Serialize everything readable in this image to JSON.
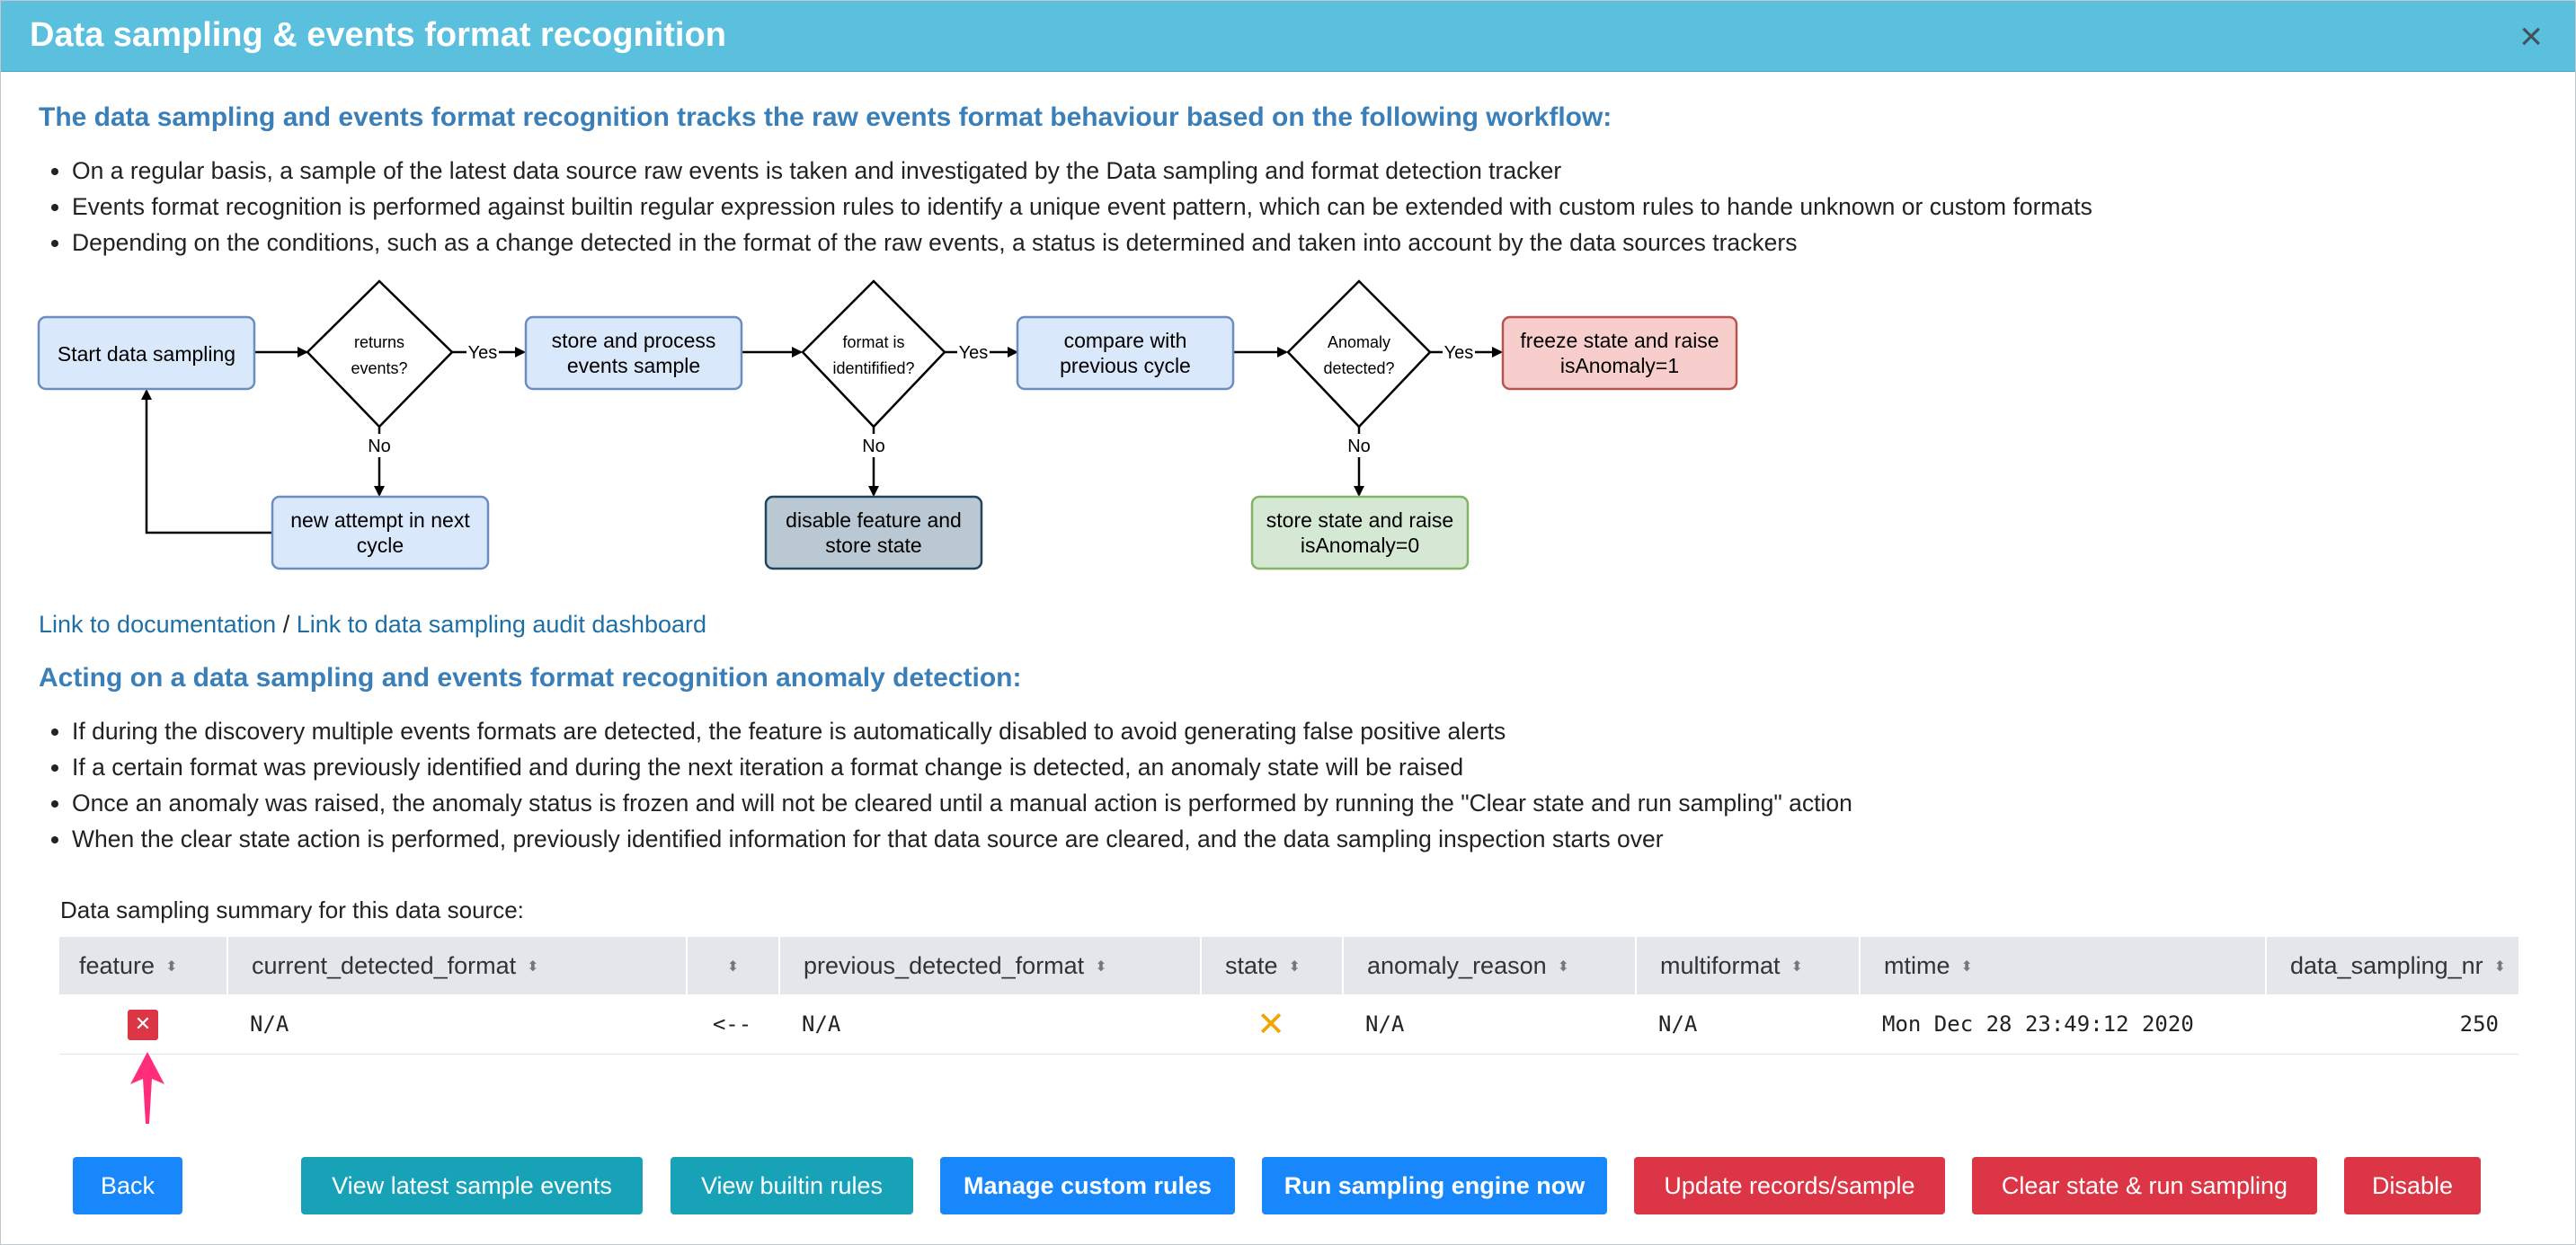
{
  "header": {
    "title": "Data sampling & events format recognition",
    "close_icon": "×"
  },
  "workflow": {
    "heading": "The data sampling and events format recognition tracks the raw events format behaviour based on the following workflow:",
    "bullets": [
      "On a regular basis, a sample of the latest data source raw events is taken and investigated by the Data sampling and format detection tracker",
      "Events format recognition is performed against builtin regular expression rules to identify a unique event pattern, which can be extended with custom rules to hande unknown or custom formats",
      "Depending on the conditions, such as a change detected in the format of the raw events, a status is determined and taken into account by the data sources trackers"
    ]
  },
  "diagram": {
    "start": "Start data sampling",
    "returns_events_1": "returns",
    "returns_events_2": "events?",
    "store_process_1": "store and process",
    "store_process_2": "events sample",
    "format_identified_1": "format is",
    "format_identified_2": "identifified?",
    "compare_1": "compare with",
    "compare_2": "previous cycle",
    "anomaly_1": "Anomaly",
    "anomaly_2": "detected?",
    "freeze_1": "freeze state and raise",
    "freeze_2": "isAnomaly=1",
    "new_attempt_1": "new attempt in next",
    "new_attempt_2": "cycle",
    "disable_1": "disable feature and",
    "disable_2": "store state",
    "store_raise_1": "store state and raise",
    "store_raise_2": "isAnomaly=0",
    "yes": "Yes",
    "no": "No",
    "colors": {
      "blue_fill": "#dae8fc",
      "blue_stroke": "#6c8ebf",
      "red_fill": "#f8cecc",
      "red_stroke": "#b85450",
      "green_fill": "#d5e8d4",
      "green_stroke": "#82b366",
      "grey_fill": "#bac8d3",
      "grey_stroke": "#23445d"
    }
  },
  "links": {
    "documentation": "Link to documentation",
    "separator": " / ",
    "audit_dashboard": "Link to data sampling audit dashboard"
  },
  "acting": {
    "heading": "Acting on a data sampling and events format recognition anomaly detection:",
    "bullets": [
      "If during the discovery multiple events formats are detected, the feature is automatically disabled to avoid generating false positive alerts",
      "If a certain format was previously identified and during the next iteration a format change is detected, an anomaly state will be raised",
      "Once an anomaly was raised, the anomaly status is frozen and will not be cleared until a manual action is performed by running the \"Clear state and run sampling\" action",
      "When the clear state action is performed, previously identified information for that data source are cleared, and the data sampling inspection starts over"
    ]
  },
  "table": {
    "caption": "Data sampling summary for this data source:",
    "columns": [
      "feature",
      "current_detected_format",
      "",
      "previous_detected_format",
      "state",
      "anomaly_reason",
      "multiformat",
      "mtime",
      "data_sampling_nr"
    ],
    "sort_icon": "⬍",
    "row": {
      "feature_icon": "✕",
      "current_detected_format": "N/A",
      "arrow": "<--",
      "previous_detected_format": "N/A",
      "state_icon": "✕",
      "anomaly_reason": "N/A",
      "multiformat": "N/A",
      "mtime": "Mon Dec 28 23:49:12 2020",
      "data_sampling_nr": "250"
    }
  },
  "buttons": {
    "back": "Back",
    "view_latest": "View latest sample events",
    "view_builtin": "View builtin rules",
    "manage_custom": "Manage custom rules",
    "run_engine": "Run sampling engine now",
    "update_records": "Update records/sample",
    "clear_state": "Clear state & run sampling",
    "disable": "Disable"
  },
  "colors": {
    "header_bg": "#5bc0de",
    "heading_text": "#3a7fb8",
    "link": "#1d6fa5",
    "primary": "#1787fb",
    "info": "#17a2b8",
    "danger": "#dc3545",
    "state_warning": "#f0a500",
    "annotation_arrow": "#ff2d7a"
  }
}
